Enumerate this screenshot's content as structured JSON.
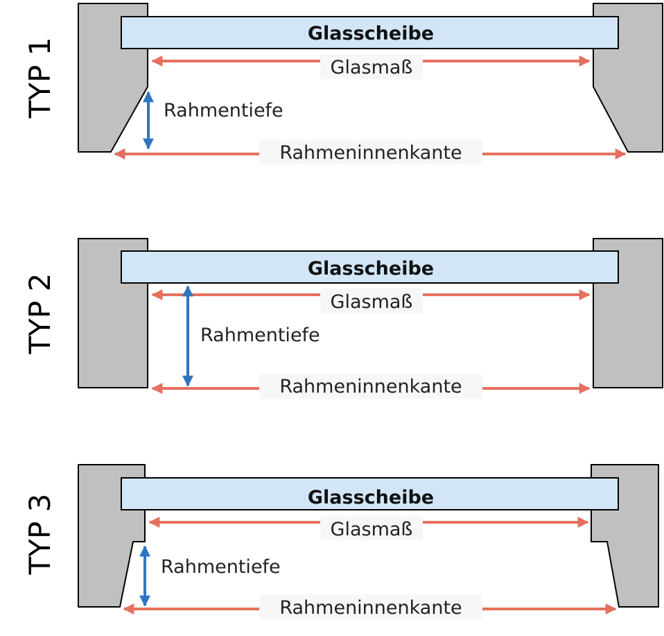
{
  "colors": {
    "frame_fill": "#c0c0c0",
    "frame_stroke": "#000000",
    "glass_fill": "#d2e6f7",
    "red_arrow": "#e5705f",
    "blue_arrow": "#2e75c0"
  },
  "types": [
    {
      "label": "TYP 1",
      "glass_label": "Glasscheibe",
      "glasmass_label": "Glasmaß",
      "rahmentiefe_label": "Rahmentiefe",
      "rahmeninnenkante_label": "Rahmeninnenkante"
    },
    {
      "label": "TYP 2",
      "glass_label": "Glasscheibe",
      "glasmass_label": "Glasmaß",
      "rahmentiefe_label": "Rahmentiefe",
      "rahmeninnenkante_label": "Rahmeninnenkante"
    },
    {
      "label": "TYP 3",
      "glass_label": "Glasscheibe",
      "glasmass_label": "Glasmaß",
      "rahmentiefe_label": "Rahmentiefe",
      "rahmeninnenkante_label": "Rahmeninnenkante"
    }
  ]
}
